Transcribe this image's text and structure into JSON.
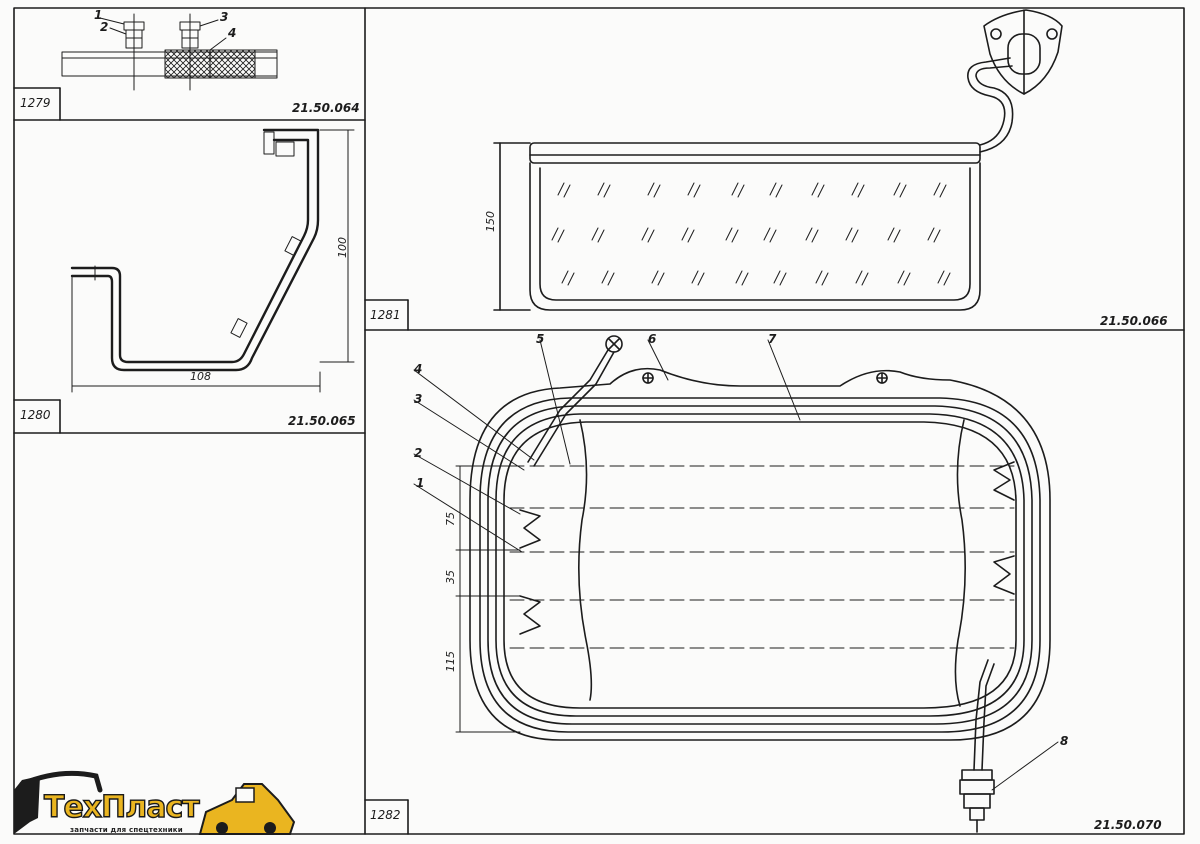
{
  "figures": {
    "f1279": {
      "number": "1279",
      "code": "21.50.064",
      "callouts": [
        "1",
        "2",
        "3",
        "4"
      ]
    },
    "f1280": {
      "number": "1280",
      "code": "21.50.065",
      "dim_width": "108",
      "dim_height": "100"
    },
    "f1281": {
      "number": "1281",
      "code": "21.50.066",
      "dim_height": "150"
    },
    "f1282": {
      "number": "1282",
      "code": "21.50.070",
      "dims": [
        "75",
        "35",
        "115"
      ],
      "callouts": [
        "1",
        "2",
        "3",
        "4",
        "5",
        "6",
        "7",
        "8"
      ]
    }
  },
  "logo": {
    "name": "ТехПласт",
    "tagline": "запчасти для спецтехники",
    "colors": {
      "fill": "#eab520",
      "outline": "#1a1a1a"
    }
  }
}
